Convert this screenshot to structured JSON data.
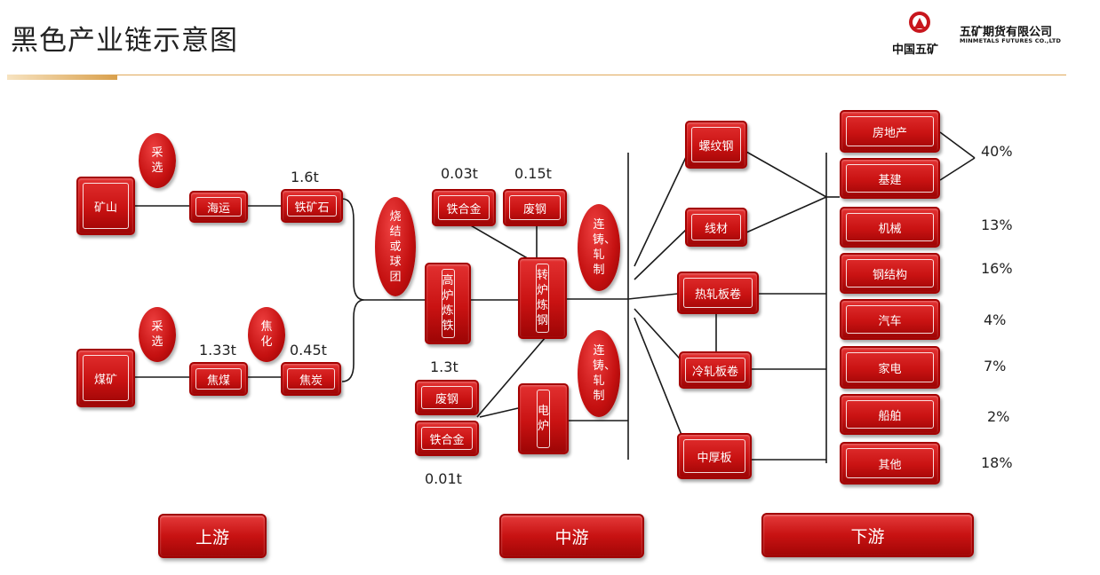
{
  "title": "黑色产业链示意图",
  "logo": {
    "cn": "中国五矿",
    "company": "五矿期货有限公司",
    "company_en": "MINMETALS FUTURES CO.,LTD"
  },
  "nodes": {
    "mine": "矿山",
    "shipping": "海运",
    "iron_ore": "铁矿石",
    "coal_mine": "煤矿",
    "coking_coal": "焦煤",
    "coke": "焦炭",
    "blast_furnace": "高炉炼铁",
    "ferroalloy_top": "铁合金",
    "scrap_top": "废钢",
    "converter": "转炉炼钢",
    "scrap_bottom": "废钢",
    "ferroalloy_bottom": "铁合金",
    "electric_furnace": "电炉",
    "rebar": "螺纹钢",
    "wire_rod": "线材",
    "hot_rolled_coil": "热轧板卷",
    "cold_rolled_coil": "冷轧板卷",
    "medium_plate": "中厚板",
    "real_estate": "房地产",
    "infrastructure": "基建",
    "machinery": "机械",
    "steel_structure": "钢结构",
    "auto": "汽车",
    "appliances": "家电",
    "shipbuilding": "船舶",
    "others": "其他"
  },
  "ovals": {
    "dressing_top": "采选",
    "dressing_bottom": "采选",
    "coking": "焦化",
    "sinter": "烧结或球团",
    "cast_roll_top": "连铸、轧制",
    "cast_roll_bottom": "连铸、轧制"
  },
  "labels": {
    "iron_ore_qty": "1.6t",
    "coking_coal_qty": "1.33t",
    "coke_qty": "0.45t",
    "ferroalloy_top_qty": "0.03t",
    "scrap_top_qty": "0.15t",
    "scrap_bottom_qty": "1.3t",
    "ferroalloy_bottom_qty": "0.01t"
  },
  "shares": {
    "realestate_infra": "40%",
    "machinery": "13%",
    "steel_structure": "16%",
    "auto": "4%",
    "appliances": "7%",
    "shipbuilding": "2%",
    "others": "18%"
  },
  "sections": {
    "upstream": "上游",
    "midstream": "中游",
    "downstream": "下游"
  }
}
